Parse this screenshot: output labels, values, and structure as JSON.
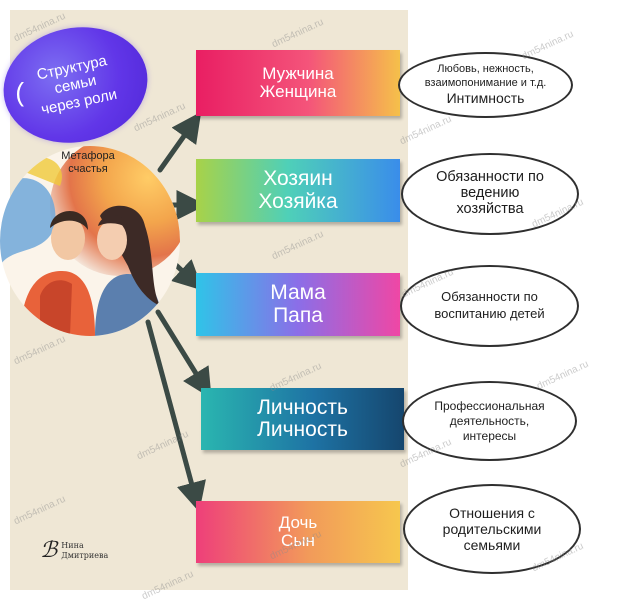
{
  "title_badge": {
    "paren": "(",
    "lines": [
      "Структура",
      "семьи",
      "через роли"
    ]
  },
  "metaphor_label": [
    "Метафора",
    "счастья"
  ],
  "roles": [
    {
      "line1": "Мужчина",
      "line2": "Женщина"
    },
    {
      "line1": "Хозяин",
      "line2": "Хозяйка"
    },
    {
      "line1": "Мама",
      "line2": "Папа"
    },
    {
      "line1": "Личность",
      "line2": "Личность"
    },
    {
      "line1": "Дочь",
      "line2": "Сын"
    }
  ],
  "bubbles": [
    {
      "lines": [
        "Любовь, нежность,",
        "взаимопонимание и т.д."
      ],
      "big": "Интимность"
    },
    {
      "lines": [
        "Обязанности по",
        "ведению",
        "хозяйства"
      ]
    },
    {
      "lines": [
        "Обязанности по",
        "воспитанию детей"
      ]
    },
    {
      "lines": [
        "Профессиональная",
        "деятельность,",
        "интересы"
      ]
    },
    {
      "lines": [
        "Отношения с",
        "родительскими",
        "семьями"
      ]
    }
  ],
  "signature": {
    "line1": "Нина",
    "line2": "Дмитриева"
  },
  "watermark": "dm54nina.ru",
  "colors": {
    "panel": "#efe7d5",
    "arrow": "#3b4a45",
    "badge": "#6136e8"
  }
}
